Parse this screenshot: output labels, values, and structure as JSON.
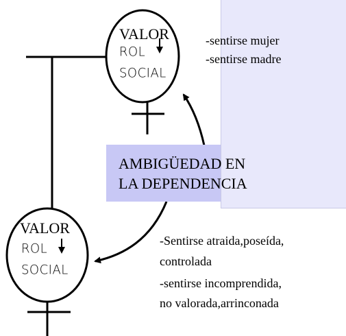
{
  "top_node": {
    "value_label": "VALOR",
    "rol_label": "ROL",
    "social_label": "SOCIAL"
  },
  "bottom_node": {
    "value_label": "VALOR",
    "rol_label": "ROL",
    "social_label": "SOCIAL"
  },
  "top_notes": [
    "-sentirse mujer",
    "-sentirse madre"
  ],
  "center_box": {
    "line1": "AMBIGÜEDAD EN",
    "line2": "LA DEPENDENCIA"
  },
  "bottom_notes": [
    "-Sentirse atraida,poseída,",
    "controlada",
    "-sentirse incomprendida,",
    "no valorada,arrinconada"
  ],
  "colors": {
    "panel_fill": "#e8e8fb",
    "box_fill": "#c8c8f5",
    "stroke": "#000000"
  }
}
